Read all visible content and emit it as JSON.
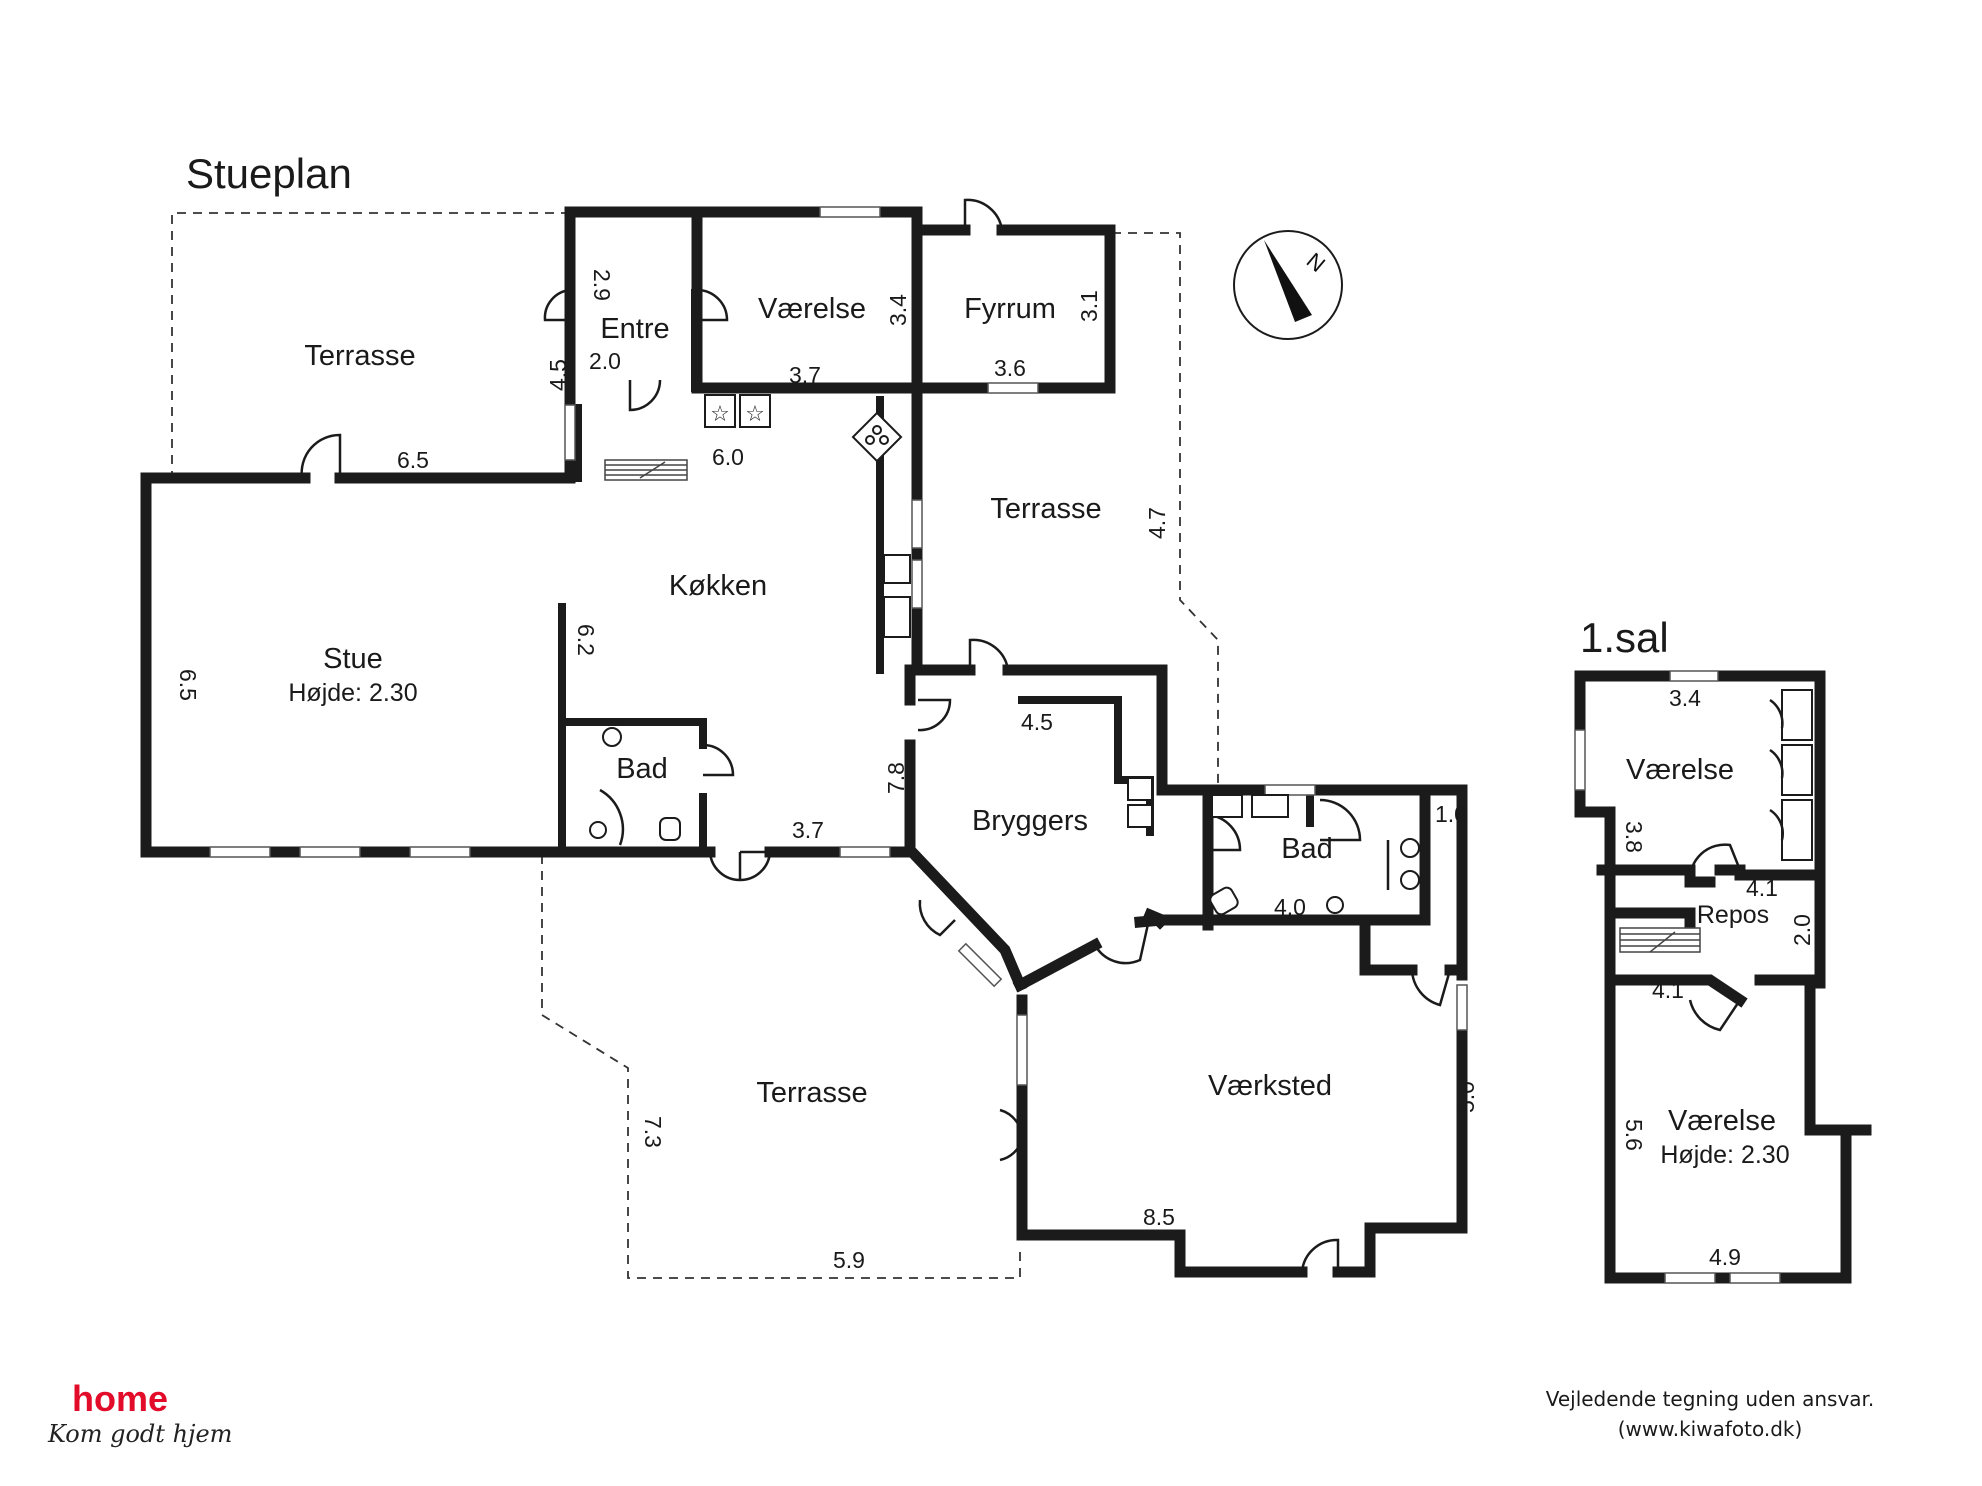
{
  "floors": {
    "ground": "Stueplan",
    "upper": "1.sal"
  },
  "rooms": {
    "terrasse_nw": "Terrasse",
    "entre": "Entre",
    "vaerelse_n": "Værelse",
    "fyrrum": "Fyrrum",
    "terrasse_e": "Terrasse",
    "koekken": "Køkken",
    "stue": "Stue",
    "stue_height": "Højde: 2.30",
    "bad_ground": "Bad",
    "bryggers": "Bryggers",
    "bad_east": "Bad",
    "terrasse_s": "Terrasse",
    "vaerksted": "Værksted",
    "vaerelse_up1": "Værelse",
    "repos": "Repos",
    "vaerelse_up2": "Værelse",
    "vaerelse_up2_height": "Højde: 2.30"
  },
  "dimensions": {
    "entre_h": "2.9",
    "entre_w": "2.0",
    "entre_side": "4.5",
    "vaerelse_h": "3.4",
    "vaerelse_w": "3.7",
    "fyrrum_h": "3.1",
    "fyrrum_w": "3.6",
    "stue_top": "6.5",
    "stue_side": "6.5",
    "koekken_top": "6.0",
    "koekken_side": "6.2",
    "terrasse_e_side": "4.7",
    "bottom_mid": "3.7",
    "bryggers_side": "7.8",
    "bryggers_top": "4.5",
    "bad_east_w": "4.0",
    "bad_east_small": "1.0",
    "vaerksted_side": "5.0",
    "vaerksted_bottom": "8.5",
    "terrasse_s_side": "7.3",
    "terrasse_s_bottom": "5.9",
    "up_vaerelse1_w": "3.4",
    "up_vaerelse1_h": "3.8",
    "repos_w1": "4.1",
    "repos_h": "2.0",
    "repos_w2": "4.1",
    "up_vaerelse2_h": "5.6",
    "up_vaerelse2_w": "4.9"
  },
  "brand": {
    "logo_text": "home",
    "tagline": "Kom godt hjem",
    "color": "#e30b2a"
  },
  "disclaimer": {
    "line1": "Vejledende tegning uden ansvar.",
    "line2": "(www.kiwafoto.dk)"
  },
  "compass": {
    "letter": "N"
  }
}
